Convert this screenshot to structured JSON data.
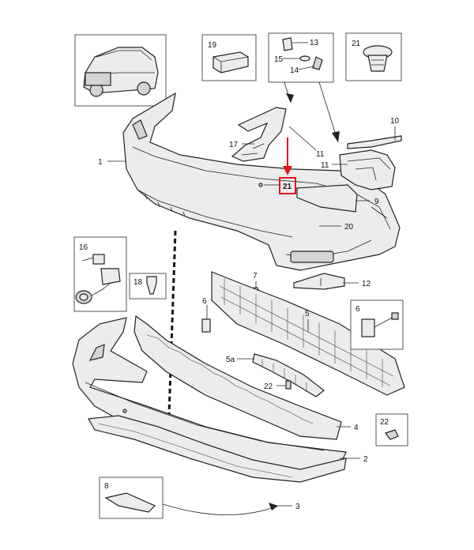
{
  "callouts": {
    "c1": "1",
    "c2": "2",
    "c3": "3",
    "c4": "4",
    "c5": "5",
    "c5a": "5a",
    "c6": "6",
    "c7": "7",
    "c9": "9",
    "c10": "10",
    "c11": "11",
    "c12": "12",
    "c17": "17",
    "c20": "20",
    "c21": "21",
    "c22": "22"
  },
  "insets": {
    "i19": "19",
    "i13": "13",
    "i15": "15",
    "i14": "14",
    "i21": "21",
    "i16": "16",
    "i18": "18",
    "i6": "6",
    "i22": "22",
    "i8": "8"
  },
  "highlight": {
    "label": "21",
    "color": "#e0161d"
  },
  "colors": {
    "stroke": "#222222",
    "fill": "#ececec",
    "accent": "#e0161d"
  }
}
